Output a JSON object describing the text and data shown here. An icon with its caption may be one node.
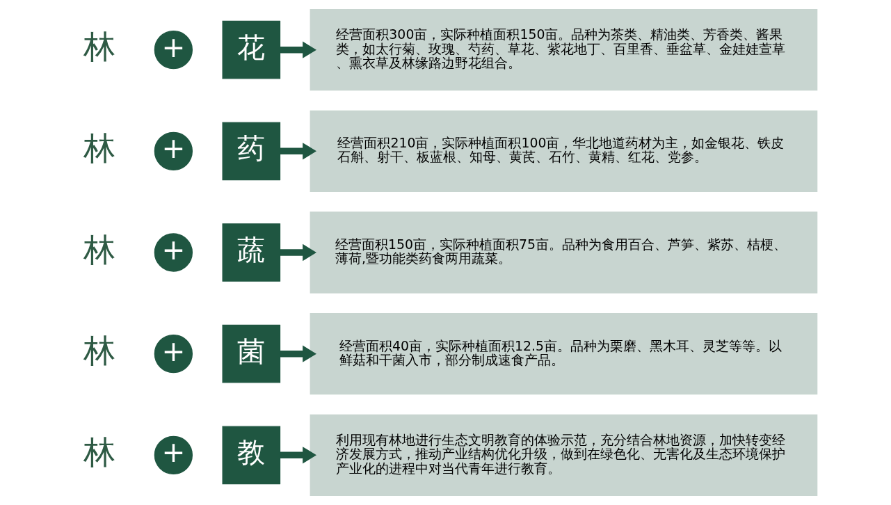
{
  "diagram": {
    "nodes": [
      {
        "text": [
          "+"
        ]
      },
      {
        "text": [
          "花"
        ]
      },
      {
        "text": [
          "经营面积300亩，实际种植面积150亩。品种为茶类、精油类、芳香类、酱果类，如太行菊、玫瑰、芍药、草花、紫花地丁、百里香、垂盆草、金娃娃萱草、熏衣草及林缘路边野花组合。"
        ]
      },
      {
        "text": [
          "+"
        ]
      },
      {
        "text": [
          "药"
        ]
      },
      {
        "text": [
          "经营面积210亩，实际种植面积100亩，华北地道药材为主，如金银花、铁皮石斛、射干、板蓝根、知母、黄芪、石竹、黄精、红花、党参。"
        ]
      },
      {
        "text": [
          "+"
        ]
      },
      {
        "text": [
          "蔬"
        ]
      },
      {
        "text": [
          "经营面积150亩，实际种植面积75亩。品种为食用百合、芦笋、紫苏、桔梗、薄荷,暨功能类药食两用蔬菜。"
        ]
      },
      {
        "text": [
          "+"
        ]
      },
      {
        "text": [
          "菌"
        ]
      },
      {
        "text": [
          "经营面积40亩，实际种植面积12.5亩。品种为栗磨、黑木耳、灵芝等等。以鲜菇和干菌入市，部分制成速食产品。"
        ]
      },
      {
        "text": [
          "+"
        ]
      },
      {
        "text": [
          "教"
        ]
      },
      {
        "text": [
          "利用现有林地进行生态文明教育的体验示范，充分结合林地资源，加快转变经济发展方式，推动产业结构优化升级，做到在绿色化、无害化及生态环境保护产业化的进程中对当代青年进行教育。"
        ]
      }
    ],
    "edges": [
      {
        "from": 1,
        "to": 2,
        "arrow": "to"
      },
      {
        "from": 4,
        "to": 5,
        "arrow": "to"
      },
      {
        "from": 7,
        "to": 8,
        "arrow": "to"
      },
      {
        "from": 10,
        "to": 11,
        "arrow": "to"
      },
      {
        "from": 13,
        "to": 14,
        "arrow": "to"
      }
    ],
    "labels": [
      "林",
      "林",
      "林",
      "林",
      "林"
    ]
  }
}
